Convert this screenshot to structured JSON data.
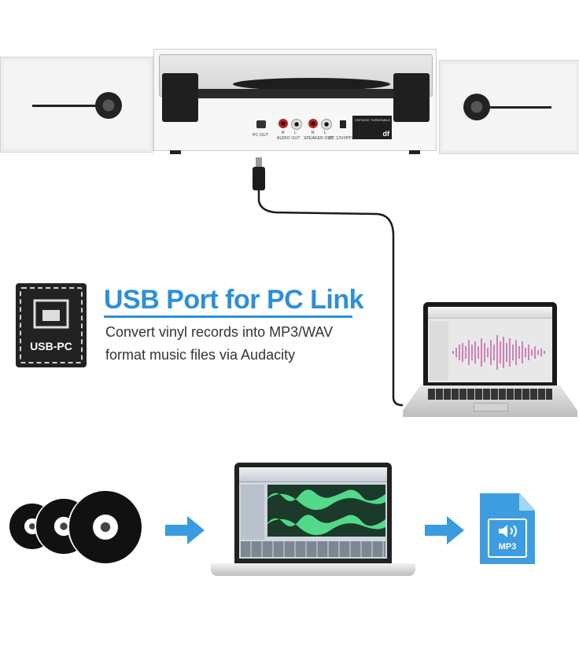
{
  "product": {
    "port_labels": {
      "pc_out": "PC OUT",
      "audio_out": "AUDIO OUT",
      "speaker_out": "SPEAKER OUT",
      "dc_in": "DC 12V/IPP2A",
      "r": "R",
      "l": "L"
    },
    "plate_title": "VINTAGE TURNTABLE",
    "plate_brand": "df"
  },
  "feature": {
    "badge_label": "USB-PC",
    "headline": "USB Port for PC Link",
    "line1": "Convert vinyl records into MP3/WAV",
    "line2": "format music files via Audacity"
  },
  "file_icon": {
    "label": "MP3"
  },
  "colors": {
    "accent": "#2e8fd8",
    "arrow": "#3a9be0",
    "file_icon": "#3e9de0"
  }
}
